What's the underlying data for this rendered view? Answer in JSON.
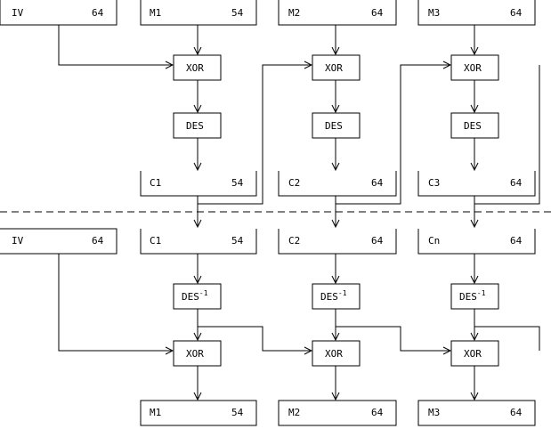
{
  "encrypt": {
    "inputs": [
      {
        "name": "IV",
        "bits": "64"
      },
      {
        "name": "M1",
        "bits": "54"
      },
      {
        "name": "M2",
        "bits": "64"
      },
      {
        "name": "M3",
        "bits": "64"
      }
    ],
    "xor_label": "XOR",
    "des_label": "DES",
    "outputs": [
      {
        "name": "C1",
        "bits": "54"
      },
      {
        "name": "C2",
        "bits": "64"
      },
      {
        "name": "C3",
        "bits": "64"
      }
    ]
  },
  "decrypt": {
    "inputs": [
      {
        "name": "IV",
        "bits": "64"
      },
      {
        "name": "C1",
        "bits": "54"
      },
      {
        "name": "C2",
        "bits": "64"
      },
      {
        "name": "Cn",
        "bits": "64"
      }
    ],
    "des_label": "DES",
    "des_exponent": "-1",
    "xor_label": "XOR",
    "outputs": [
      {
        "name": "M1",
        "bits": "54"
      },
      {
        "name": "M2",
        "bits": "64"
      },
      {
        "name": "M3",
        "bits": "64"
      }
    ]
  },
  "colors": {
    "line": "#000000",
    "background": "#ffffff"
  }
}
